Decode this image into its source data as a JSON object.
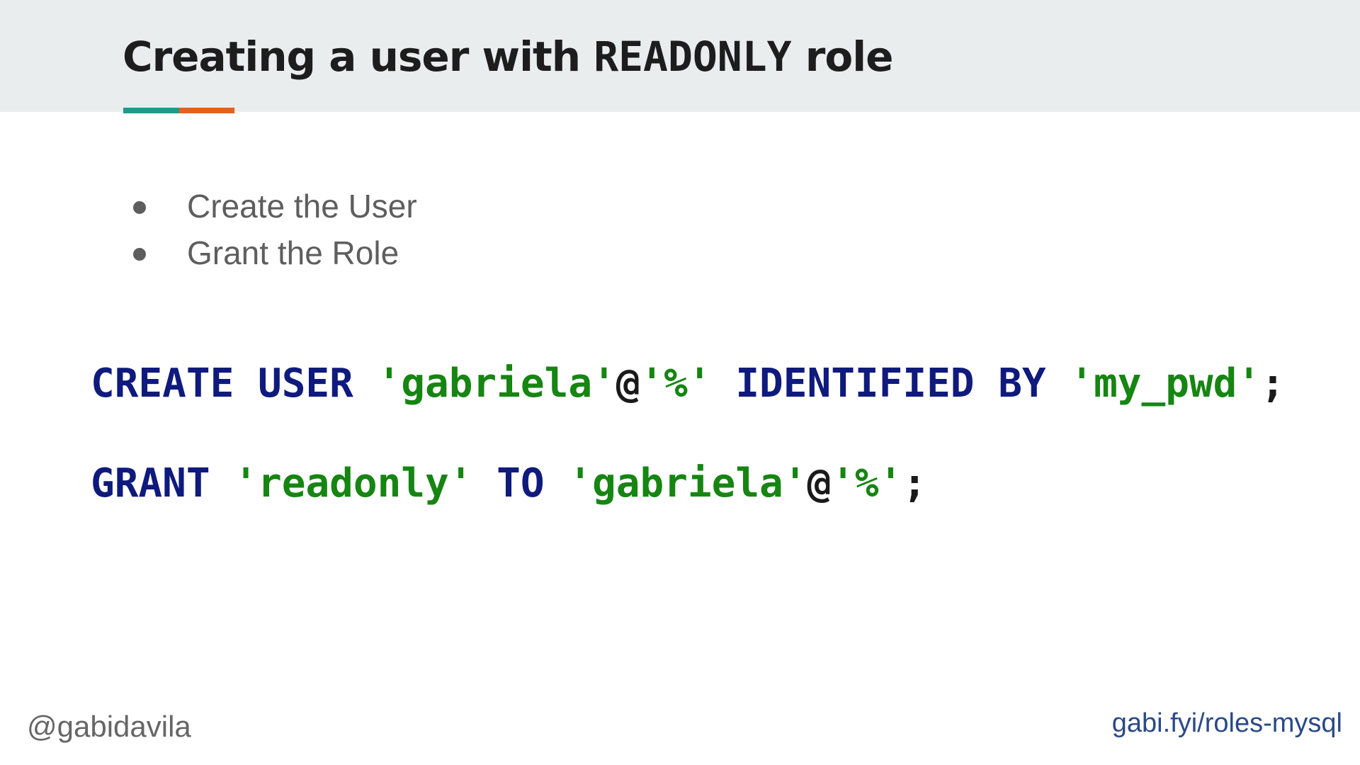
{
  "slide": {
    "title_prefix": "Creating a user with ",
    "title_code": "READONLY",
    "title_suffix": " role"
  },
  "bullets": [
    "Create the User",
    "Grant the Role"
  ],
  "code": {
    "line1": {
      "kw_create_user": "CREATE USER",
      "str_user": "'gabriela'",
      "at": "@",
      "str_host": "'%'",
      "kw_identified_by": "IDENTIFIED BY",
      "str_pwd": "'my_pwd'",
      "semicolon": ";"
    },
    "line2": {
      "kw_grant": "GRANT",
      "str_role": "'readonly'",
      "kw_to": "TO",
      "str_user": "'gabriela'",
      "at": "@",
      "str_host": "'%'",
      "semicolon": ";"
    }
  },
  "footer": {
    "handle": "@gabidavila",
    "link": "gabi.fyi/roles-mysql"
  },
  "colors": {
    "header_bg": "#e9edee",
    "accent_teal": "#1f9a8a",
    "accent_orange": "#e2621d",
    "keyword": "#0f1a7d",
    "string": "#168512",
    "punct": "#1a1a1a"
  }
}
